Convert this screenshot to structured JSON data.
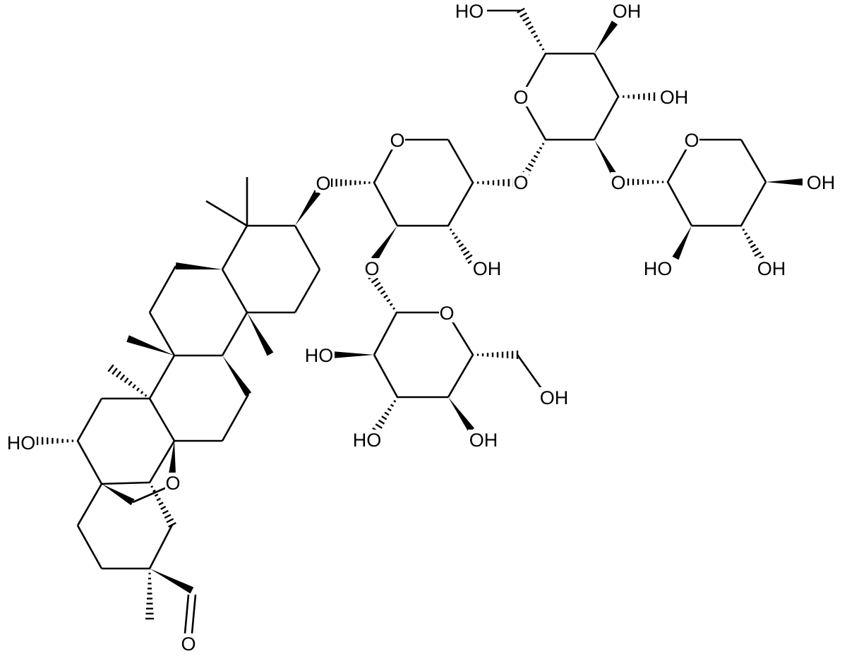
{
  "title": "Triterpenoid saponin structure",
  "colors": {
    "bond": "#000000",
    "background": "#ffffff"
  },
  "labels": [
    "HO",
    "OH",
    "O",
    "OH",
    "O",
    "O",
    "O",
    "OH",
    "HO",
    "OH",
    "O",
    "O",
    "OH",
    "O",
    "O",
    "HO",
    "OH",
    "HO",
    "OH",
    "HO",
    "O",
    "O"
  ]
}
